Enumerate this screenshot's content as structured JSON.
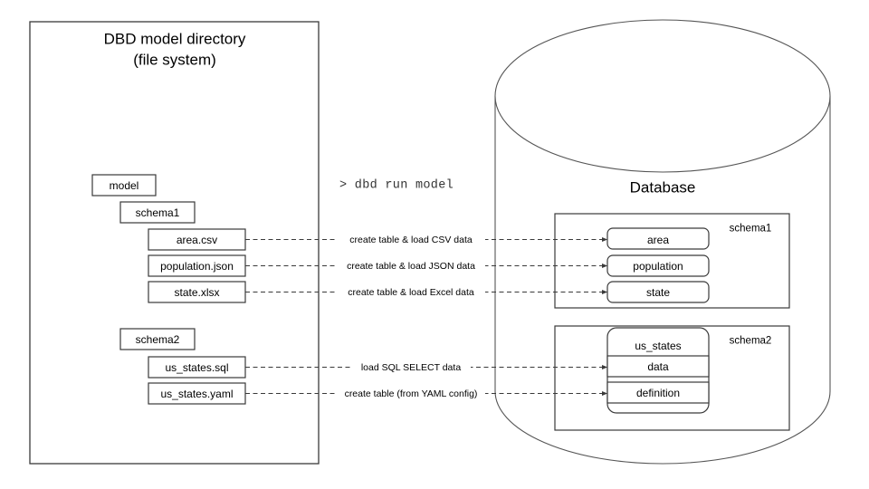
{
  "filesystem": {
    "title_line1": "DBD model directory",
    "title_line2": "(file system)",
    "tree": [
      {
        "name": "model",
        "indent": 0
      },
      {
        "name": "schema1",
        "indent": 1
      },
      {
        "name": "area.csv",
        "indent": 2
      },
      {
        "name": "population.json",
        "indent": 2
      },
      {
        "name": "state.xlsx",
        "indent": 2
      },
      {
        "name": "schema2",
        "indent": 1
      },
      {
        "name": "us_states.sql",
        "indent": 2
      },
      {
        "name": "us_states.yaml",
        "indent": 2
      }
    ]
  },
  "command": {
    "prompt": ">",
    "text": "> dbd run model"
  },
  "edges": [
    {
      "label": "create table & load CSV data"
    },
    {
      "label": "create table & load JSON data"
    },
    {
      "label": "create table & load Excel data"
    },
    {
      "label": "load SQL SELECT data"
    },
    {
      "label": "create table (from YAML config)"
    }
  ],
  "database": {
    "title": "Database",
    "schemas": [
      {
        "name": "schema1",
        "tables": [
          {
            "name": "area"
          },
          {
            "name": "population"
          },
          {
            "name": "state"
          }
        ]
      },
      {
        "name": "schema2",
        "tables": [
          {
            "name": "us_states",
            "parts": [
              {
                "name": "data"
              },
              {
                "name": "definition"
              }
            ]
          }
        ]
      }
    ]
  },
  "colors": {
    "stroke": "#3a3a3a",
    "stroke_light": "#5a5a5a",
    "text": "#000000",
    "command_text": "#333333",
    "background": "#ffffff"
  }
}
